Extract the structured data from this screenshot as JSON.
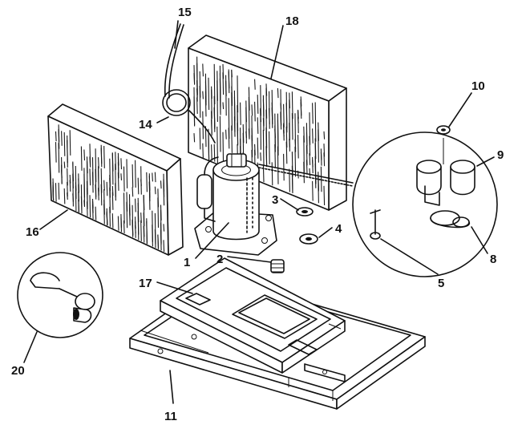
{
  "diagram": {
    "callouts": [
      {
        "id": "c1",
        "text": "1"
      },
      {
        "id": "c2",
        "text": "2"
      },
      {
        "id": "c3",
        "text": "3"
      },
      {
        "id": "c4",
        "text": "4"
      },
      {
        "id": "c5",
        "text": "5"
      },
      {
        "id": "c8",
        "text": "8"
      },
      {
        "id": "c9",
        "text": "9"
      },
      {
        "id": "c10",
        "text": "10"
      },
      {
        "id": "c11",
        "text": "11"
      },
      {
        "id": "c14",
        "text": "14"
      },
      {
        "id": "c15",
        "text": "15"
      },
      {
        "id": "c16",
        "text": "16"
      },
      {
        "id": "c17",
        "text": "17"
      },
      {
        "id": "c18",
        "text": "18"
      },
      {
        "id": "c20",
        "text": "20"
      }
    ]
  },
  "colors": {
    "ink": "#111111",
    "background": "#ffffff"
  }
}
